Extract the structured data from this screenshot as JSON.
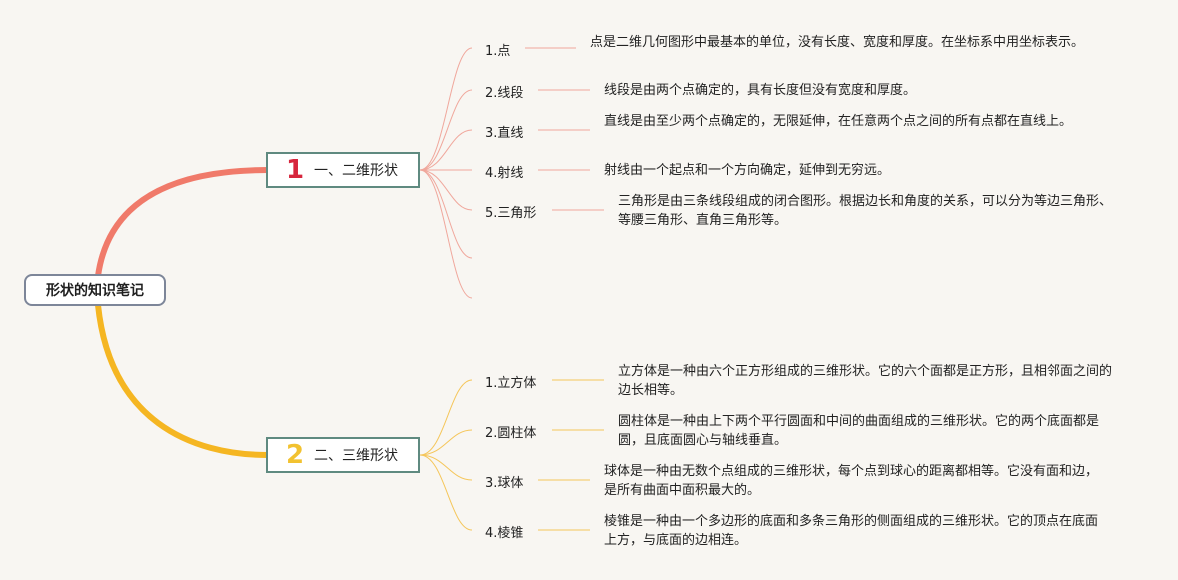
{
  "root": {
    "title": "形状的知识笔记"
  },
  "branches": [
    {
      "number": "1",
      "title": "一、二维形状",
      "color": "#f07a6a",
      "items": [
        {
          "label": "1.点",
          "text": "点是二维几何图形中最基本的单位，没有长度、宽度和厚度。在坐标系中用坐标表示。"
        },
        {
          "label": "2.线段",
          "text": "线段是由两个点确定的，具有长度但没有宽度和厚度。"
        },
        {
          "label": "3.直线",
          "text": "直线是由至少两个点确定的，无限延伸，在任意两个点之间的所有点都在直线上。"
        },
        {
          "label": "4.射线",
          "text": "射线由一个起点和一个方向确定，延伸到无穷远。"
        },
        {
          "label": "5.三角形",
          "text": "三角形是由三条线段组成的闭合图形。根据边长和角度的关系，可以分为等边三角形、等腰三角形、直角三角形等。"
        }
      ]
    },
    {
      "number": "2",
      "title": "二、三维形状",
      "color": "#f5b622",
      "items": [
        {
          "label": "1.立方体",
          "text": "立方体是一种由六个正方形组成的三维形状。它的六个面都是正方形，且相邻面之间的边长相等。"
        },
        {
          "label": "2.圆柱体",
          "text": "圆柱体是一种由上下两个平行圆面和中间的曲面组成的三维形状。它的两个底面都是圆，且底面圆心与轴线垂直。"
        },
        {
          "label": "3.球体",
          "text": "球体是一种由无数个点组成的三维形状，每个点到球心的距离都相等。它没有面和边，是所有曲面中面积最大的。"
        },
        {
          "label": "4.棱锥",
          "text": "棱锥是一种由一个多边形的底面和多条三角形的侧面组成的三维形状。它的顶点在底面上方，与底面的边相连。"
        }
      ]
    }
  ]
}
